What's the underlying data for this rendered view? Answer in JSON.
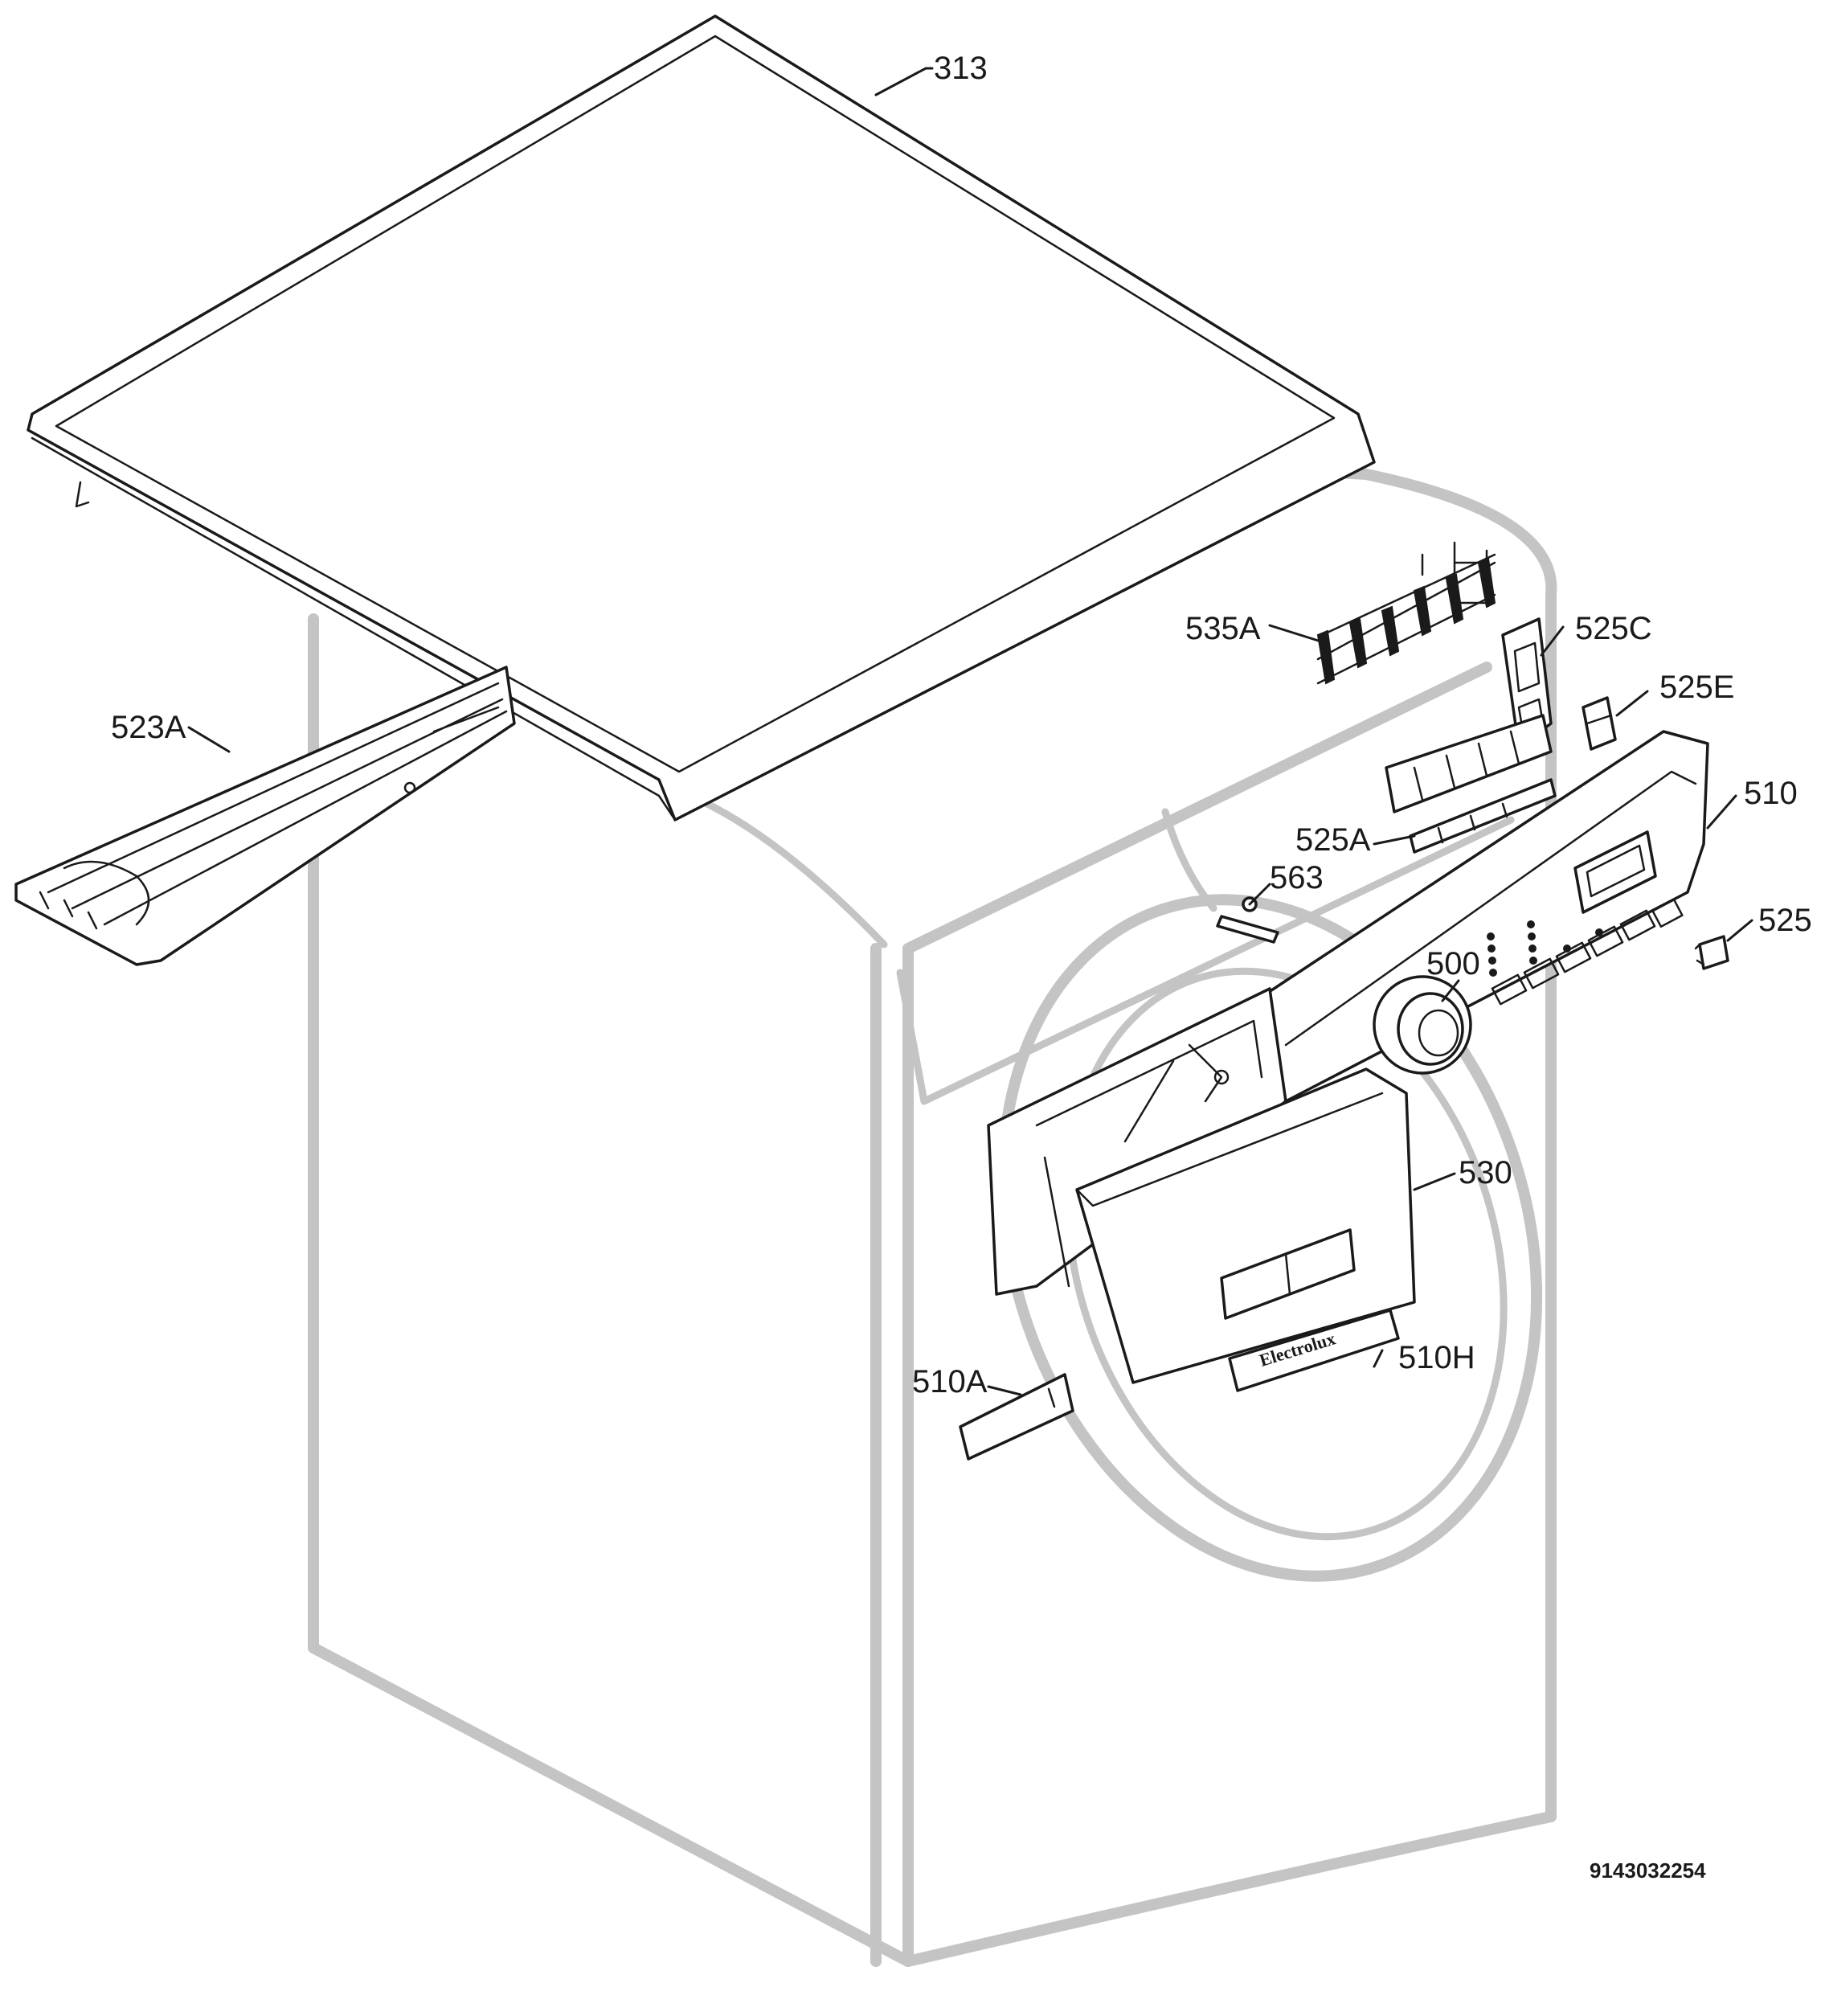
{
  "callouts": {
    "c313": "313",
    "c523A": "523A",
    "c535A": "535A",
    "c525C": "525C",
    "c525E": "525E",
    "c510": "510",
    "c525A": "525A",
    "c563": "563",
    "c525": "525",
    "c500": "500",
    "c530": "530",
    "c510H": "510H",
    "c510A": "510A"
  },
  "document_number": "9143032254",
  "brand_plate": "Electrolux",
  "colors": {
    "line": "#1a1a1a",
    "ghost_outline": "#c4c4c4",
    "background": "#ffffff"
  }
}
